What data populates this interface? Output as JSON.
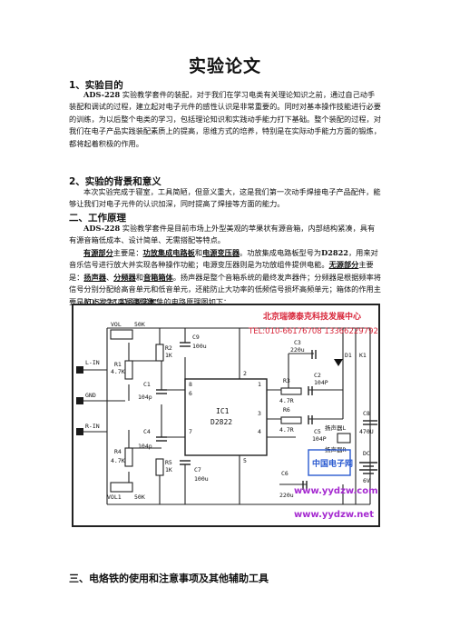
{
  "title": "实验论文",
  "section1": {
    "heading": "1、实验目的",
    "model": "ADS-228",
    "text": " 实验教学套件的装配，对于我们在学习电类有关理论知识之前，通过自己动手装配和调试的过程，建立起对电子元件的感性认识是非常重要的。同时对基本操作技能进行必要的训练，为以后整个电类的学习，包括理论知识和实践动手能力打下基础。整个装配的过程，对我们在电子产品实践装配素质上的提高，思维方式的培养，特别是在实际动手能力方面的锻炼，都将起着积极的作用。"
  },
  "section2": {
    "heading": "2、实验的背景和意义",
    "text": "本次实验完成于寝室，工具简陋，但意义重大，这是我们第一次动手焊接电子产品配件，能够让我们对电子元件的认识加深，同时提高了焊接等方面的能力。"
  },
  "section3": {
    "heading": "二、工作原理",
    "para1_model": "ADS-228",
    "para1_text": " 实验教学套件是目前市场上外型美观的苹果状有源音箱，内部结构紧凑，具有有源音箱低成本、设计简单、无需搭配等特点。",
    "para2_lead": "有源部分",
    "para2_a": "主要是：",
    "para2_b": "功放集成电路板",
    "para2_c": "和",
    "para2_d": "电源变压器",
    "para2_e": "。功放集成电路板型号为",
    "para2_f": "D2822",
    "para2_g": "，用来对音乐信号进行放大并实现各种操作功能；电源变压器则是为功放组件提供电能。",
    "para2_h": "无源部分",
    "para2_i": "主要是：",
    "para2_j": "扬声器",
    "para2_k": "、",
    "para2_l": "分频器",
    "para2_m": "和",
    "para2_n": "音箱箱体",
    "para2_o": "。扬声器是整个音箱系统的最终发声器件；分频器是根据频率将信号分别分配给高音单元和低音单元，还能防止大功率的低频信号损坏高频单元；箱体的作用主要是防止发生“声短路现象”。",
    "para3": "ADS-228 实验教学套件的电路原理图如下："
  },
  "diagram": {
    "watermark_org": "北京瑞德泰克科技发展中心",
    "watermark_tel": "TEL:010-66176708 13366229792",
    "url1": "www.yydzw.com",
    "url2": "www.yydzw.net",
    "logo_text": "中国电子网",
    "labels": {
      "vol": "VOL",
      "k50a": "50K",
      "r1": "R1",
      "k47a": "4.7K",
      "r2": "R2",
      "k1a": "1K",
      "c9": "C9",
      "c9v": "100u",
      "c1": "C1",
      "c1v": "104p",
      "c3": "C3",
      "c3v": "220u",
      "r3": "R3",
      "r3v": "4.7R",
      "c2": "C2",
      "c2v": "104P",
      "ic1": "IC1",
      "ic1v": "D2822",
      "pin8": "8",
      "pin6": "6",
      "pin7": "7",
      "pin1": "1",
      "pin3": "3",
      "pin4": "4",
      "pin5": "5",
      "pin2": "2",
      "r6": "R6",
      "r6v": "4.7R",
      "c5": "C5",
      "c5v": "104P",
      "c6": "C6",
      "c6v": "220u",
      "c4": "C4",
      "c4v": "104p",
      "r4": "R4",
      "k47b": "4.7K",
      "r5": "R5",
      "k1b": "1K",
      "c7": "C7",
      "c7v": "100u",
      "vol1": "VOL1",
      "k50b": "50K",
      "lin": "L-IN",
      "gnd": "GND",
      "rin": "R-IN",
      "d1": "D1",
      "k1": "K1",
      "c8": "C8",
      "c8v": "470U",
      "dc": "DC",
      "v6": "6V",
      "spl": "扬声器L",
      "spr": "扬声器R"
    }
  },
  "section4": {
    "heading": "三、电烙铁的使用和注意事项及其他辅助工具"
  },
  "colors": {
    "watermark_red": "#d8263a",
    "url_purple": "#a52ad0",
    "logo_blue": "#2a5ad0"
  }
}
